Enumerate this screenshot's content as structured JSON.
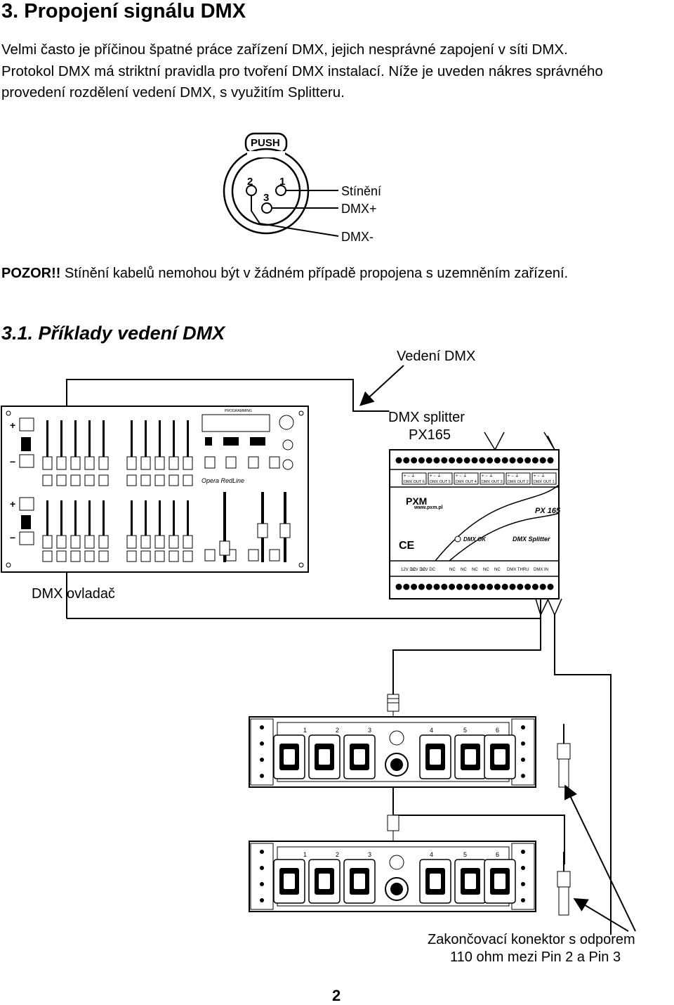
{
  "heading": "3. Propojení signálu DMX",
  "intro_lines": [
    "Velmi často je příčinou špatné práce zařízení DMX, jejich nesprávné zapojení v síti DMX.",
    "Protokol DMX má striktní pravidla pro tvoření DMX instalací. Níže je uveden nákres správného",
    "provedení rozdělení  vedení DMX, s využitím Splitteru."
  ],
  "connector": {
    "push_label": "PUSH",
    "pin_numbers": [
      "2",
      "1",
      "3"
    ],
    "pin_labels": [
      "Stínění",
      "DMX+",
      "DMX-"
    ]
  },
  "warning": {
    "prefix": "POZOR!!",
    "text": " Stínění kabelů nemohou být v žádném případě propojena s uzemněním zařízení."
  },
  "subheading": "3.1. Příklady vedení DMX",
  "diagram": {
    "cable_label": "Vedení DMX",
    "splitter_title_1": "DMX splitter",
    "splitter_title_2": "PX165",
    "controller_label": "DMX ovladač",
    "terminator_line_1": "Zakončovací konektor s odporem",
    "terminator_line_2": "110 ohm mezi Pin 2 a  Pin 3",
    "splitter_top_terminals": [
      "DMX OUT 6",
      "DMX OUT 5",
      "DMX OUT 4",
      "DMX OUT 3",
      "DMX OUT 2",
      "DMX OUT 1"
    ],
    "splitter_bottom_terminals": [
      "12V DC",
      "12V DC",
      "12V DC",
      "NC",
      "NC",
      "NC",
      "NC",
      "NC",
      "DMX THRU",
      "DMX IN"
    ],
    "splitter_web": "www.pxm.pl",
    "splitter_brand": "PXM",
    "splitter_model": "PX 165",
    "splitter_ok": "DMX OK",
    "splitter_name": "DMX Splitter",
    "splitter_ce": "CE",
    "controller_brand": "Opera RedLine",
    "controller_header": "PROGRAMMING"
  },
  "page_number": "2"
}
